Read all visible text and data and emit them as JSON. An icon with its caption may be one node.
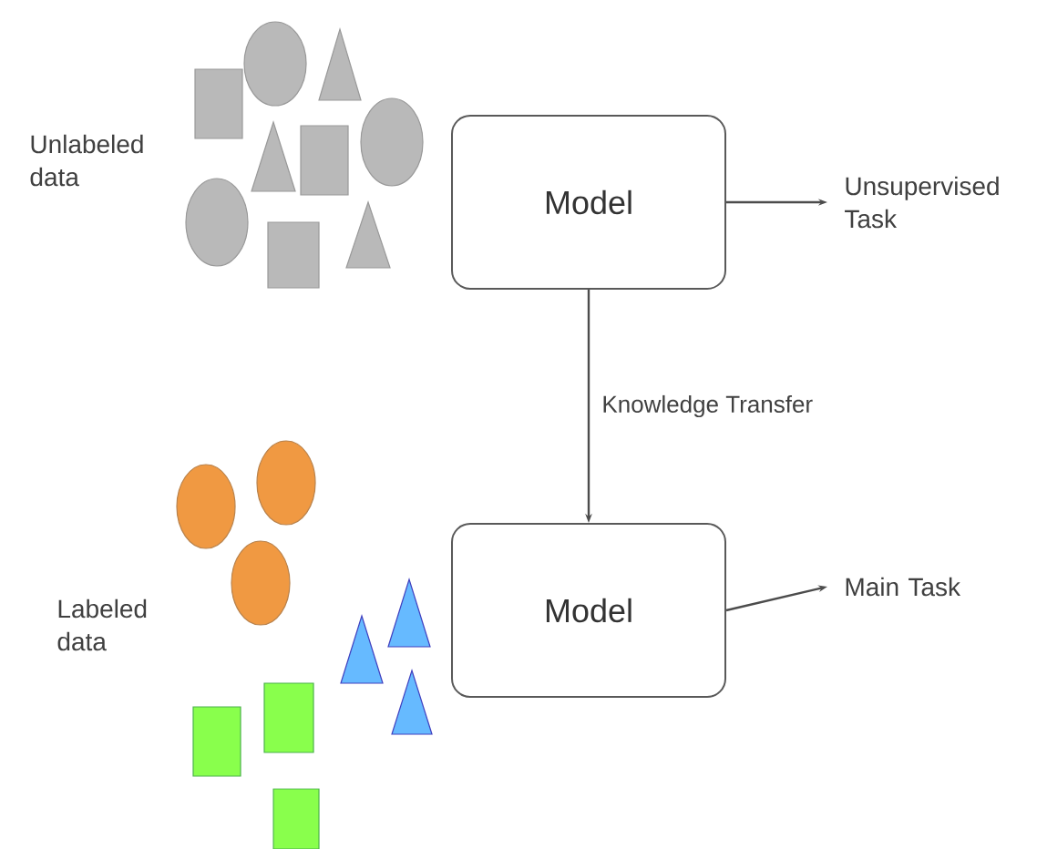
{
  "diagram": {
    "nodes": [
      {
        "text": [
          "Model"
        ]
      },
      {
        "text": [
          "Model"
        ]
      },
      {
        "text": [
          "Unsupervised Task"
        ]
      },
      {
        "text": [
          "Main Task"
        ]
      }
    ],
    "edges": [
      {
        "from": 0,
        "to": 2,
        "arrow": "to"
      },
      {
        "from": 1,
        "to": 3,
        "arrow": "to"
      },
      {
        "from": 0,
        "to": 1,
        "arrow": "to",
        "label": "Knowledge Transfer"
      }
    ],
    "labels": [
      "Unlabeled data",
      "Labeled data"
    ]
  }
}
